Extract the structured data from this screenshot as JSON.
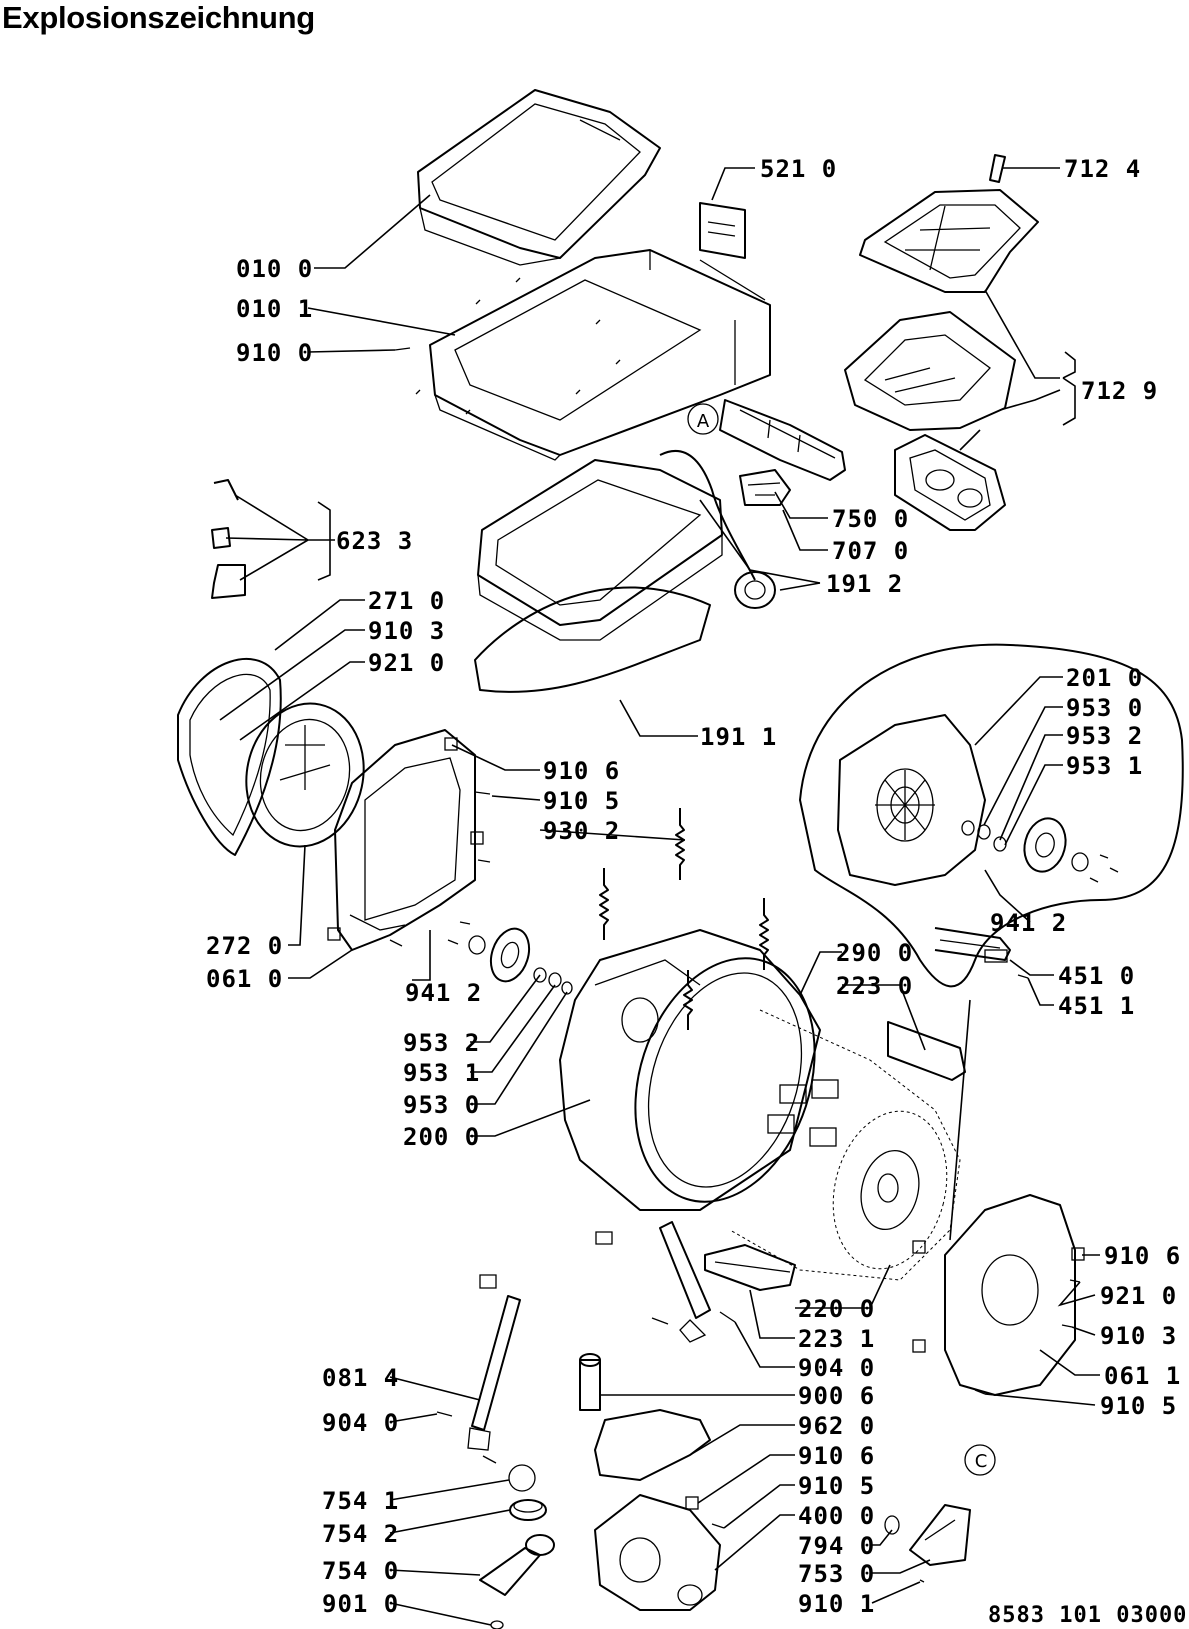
{
  "title": "Explosionszeichnung",
  "doc_number": "8583 101 03000",
  "callouts": {
    "circle_a": "A",
    "circle_c": "C"
  },
  "labels": [
    {
      "id": "010-0",
      "text": "010 0"
    },
    {
      "id": "010-1",
      "text": "010 1"
    },
    {
      "id": "910-0",
      "text": "910 0"
    },
    {
      "id": "521-0",
      "text": "521 0"
    },
    {
      "id": "712-4",
      "text": "712 4"
    },
    {
      "id": "712-9",
      "text": "712 9"
    },
    {
      "id": "750-0",
      "text": "750 0"
    },
    {
      "id": "707-0",
      "text": "707 0"
    },
    {
      "id": "191-2",
      "text": "191 2"
    },
    {
      "id": "623-3",
      "text": "623 3"
    },
    {
      "id": "271-0",
      "text": "271 0"
    },
    {
      "id": "910-3a",
      "text": "910 3"
    },
    {
      "id": "921-0a",
      "text": "921 0"
    },
    {
      "id": "191-1",
      "text": "191 1"
    },
    {
      "id": "201-0",
      "text": "201 0"
    },
    {
      "id": "953-0a",
      "text": "953 0"
    },
    {
      "id": "953-2a",
      "text": "953 2"
    },
    {
      "id": "953-1a",
      "text": "953 1"
    },
    {
      "id": "910-6a",
      "text": "910 6"
    },
    {
      "id": "910-5a",
      "text": "910 5"
    },
    {
      "id": "930-2",
      "text": "930 2"
    },
    {
      "id": "941-2a",
      "text": "941 2"
    },
    {
      "id": "272-0",
      "text": "272 0"
    },
    {
      "id": "061-0",
      "text": "061 0"
    },
    {
      "id": "941-2b",
      "text": "941 2"
    },
    {
      "id": "290-0",
      "text": "290 0"
    },
    {
      "id": "223-0",
      "text": "223 0"
    },
    {
      "id": "451-0",
      "text": "451 0"
    },
    {
      "id": "451-1",
      "text": "451 1"
    },
    {
      "id": "953-2b",
      "text": "953 2"
    },
    {
      "id": "953-1b",
      "text": "953 1"
    },
    {
      "id": "953-0b",
      "text": "953 0"
    },
    {
      "id": "200-0",
      "text": "200 0"
    },
    {
      "id": "910-6b",
      "text": "910 6"
    },
    {
      "id": "921-0b",
      "text": "921 0"
    },
    {
      "id": "910-3b",
      "text": "910 3"
    },
    {
      "id": "061-1",
      "text": "061 1"
    },
    {
      "id": "910-5b",
      "text": "910 5"
    },
    {
      "id": "220-0",
      "text": "220 0"
    },
    {
      "id": "223-1",
      "text": "223 1"
    },
    {
      "id": "904-0a",
      "text": "904 0"
    },
    {
      "id": "900-6",
      "text": "900 6"
    },
    {
      "id": "962-0",
      "text": "962 0"
    },
    {
      "id": "910-6c",
      "text": "910 6"
    },
    {
      "id": "910-5c",
      "text": "910 5"
    },
    {
      "id": "400-0",
      "text": "400 0"
    },
    {
      "id": "794-0",
      "text": "794 0"
    },
    {
      "id": "753-0",
      "text": "753 0"
    },
    {
      "id": "910-1",
      "text": "910 1"
    },
    {
      "id": "081-4",
      "text": "081 4"
    },
    {
      "id": "904-0b",
      "text": "904 0"
    },
    {
      "id": "754-1",
      "text": "754 1"
    },
    {
      "id": "754-2",
      "text": "754 2"
    },
    {
      "id": "754-0",
      "text": "754 0"
    },
    {
      "id": "901-0",
      "text": "901 0"
    }
  ]
}
